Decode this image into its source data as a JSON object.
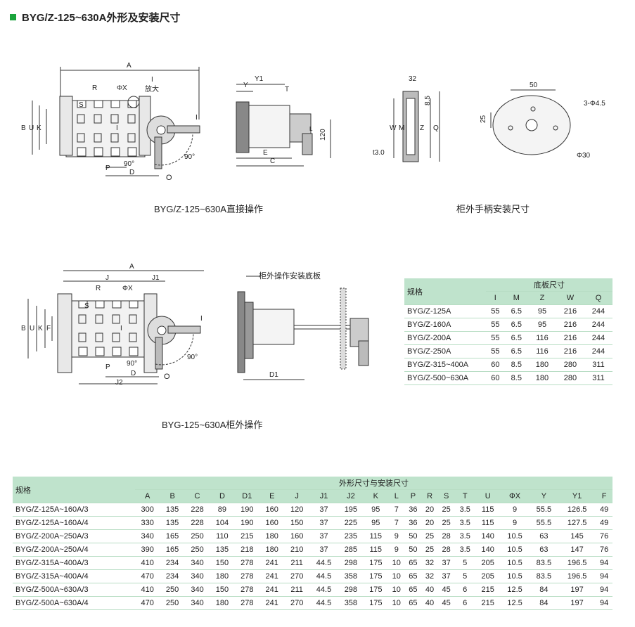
{
  "title": "BYG/Z-125~630A外形及安装尺寸",
  "colors": {
    "accent": "#1aa43c",
    "table_header": "#bfe3cc",
    "drawing_line": "#333333",
    "shade": "#b9b9b9"
  },
  "captions": {
    "direct": "BYG/Z-125~630A直接操作",
    "handle": "柜外手柄安装尺寸",
    "outside": "BYG-125~630A柜外操作"
  },
  "drawing_labels": {
    "top_front": [
      "A",
      "R",
      "ΦX",
      "I",
      "放大",
      "S",
      "B",
      "U",
      "K",
      "I",
      "I",
      "90°",
      "P",
      "D",
      "O",
      "90°",
      "I"
    ],
    "top_side": [
      "Y1",
      "Y",
      "T",
      "120",
      "E",
      "C",
      "L"
    ],
    "handle_side": [
      "32",
      "8.5",
      "W",
      "M",
      "Z",
      "Q",
      "t3.0"
    ],
    "handle_plate": [
      "50",
      "3-Φ4.5",
      "25",
      "Φ30"
    ],
    "bottom_front": [
      "A",
      "J",
      "J1",
      "R",
      "ΦX",
      "S",
      "B",
      "U",
      "K",
      "F",
      "I",
      "I",
      "90°",
      "P",
      "D",
      "O",
      "J2",
      "90°",
      "I"
    ],
    "bottom_side": [
      "柜外操作安装底板",
      "D1"
    ]
  },
  "small_table": {
    "row_head": "规格",
    "group_head": "底板尺寸",
    "columns": [
      "I",
      "M",
      "Z",
      "W",
      "Q"
    ],
    "rows": [
      [
        "BYG/Z-125A",
        "55",
        "6.5",
        "95",
        "216",
        "244"
      ],
      [
        "BYG/Z-160A",
        "55",
        "6.5",
        "95",
        "216",
        "244"
      ],
      [
        "BYG/Z-200A",
        "55",
        "6.5",
        "116",
        "216",
        "244"
      ],
      [
        "BYG/Z-250A",
        "55",
        "6.5",
        "116",
        "216",
        "244"
      ],
      [
        "BYG/Z-315~400A",
        "60",
        "8.5",
        "180",
        "280",
        "311"
      ],
      [
        "BYG/Z-500~630A",
        "60",
        "8.5",
        "180",
        "280",
        "311"
      ]
    ]
  },
  "big_table": {
    "row_head": "规格",
    "group_head": "外形尺寸与安装尺寸",
    "columns": [
      "A",
      "B",
      "C",
      "D",
      "D1",
      "E",
      "J",
      "J1",
      "J2",
      "K",
      "L",
      "P",
      "R",
      "S",
      "T",
      "U",
      "ΦX",
      "Y",
      "Y1",
      "F"
    ],
    "rows": [
      [
        "BYG/Z-125A~160A/3",
        "300",
        "135",
        "228",
        "89",
        "190",
        "160",
        "120",
        "37",
        "195",
        "95",
        "7",
        "36",
        "20",
        "25",
        "3.5",
        "115",
        "9",
        "55.5",
        "126.5",
        "49"
      ],
      [
        "BYG/Z-125A~160A/4",
        "330",
        "135",
        "228",
        "104",
        "190",
        "160",
        "150",
        "37",
        "225",
        "95",
        "7",
        "36",
        "20",
        "25",
        "3.5",
        "115",
        "9",
        "55.5",
        "127.5",
        "49"
      ],
      [
        "BYG/Z-200A~250A/3",
        "340",
        "165",
        "250",
        "110",
        "215",
        "180",
        "160",
        "37",
        "235",
        "115",
        "9",
        "50",
        "25",
        "28",
        "3.5",
        "140",
        "10.5",
        "63",
        "145",
        "76"
      ],
      [
        "BYG/Z-200A~250A/4",
        "390",
        "165",
        "250",
        "135",
        "218",
        "180",
        "210",
        "37",
        "285",
        "115",
        "9",
        "50",
        "25",
        "28",
        "3.5",
        "140",
        "10.5",
        "63",
        "147",
        "76"
      ],
      [
        "BYG/Z-315A~400A/3",
        "410",
        "234",
        "340",
        "150",
        "278",
        "241",
        "211",
        "44.5",
        "298",
        "175",
        "10",
        "65",
        "32",
        "37",
        "5",
        "205",
        "10.5",
        "83.5",
        "196.5",
        "94"
      ],
      [
        "BYG/Z-315A~400A/4",
        "470",
        "234",
        "340",
        "180",
        "278",
        "241",
        "270",
        "44.5",
        "358",
        "175",
        "10",
        "65",
        "32",
        "37",
        "5",
        "205",
        "10.5",
        "83.5",
        "196.5",
        "94"
      ],
      [
        "BYG/Z-500A~630A/3",
        "410",
        "250",
        "340",
        "150",
        "278",
        "241",
        "211",
        "44.5",
        "298",
        "175",
        "10",
        "65",
        "40",
        "45",
        "6",
        "215",
        "12.5",
        "84",
        "197",
        "94"
      ],
      [
        "BYG/Z-500A~630A/4",
        "470",
        "250",
        "340",
        "180",
        "278",
        "241",
        "270",
        "44.5",
        "358",
        "175",
        "10",
        "65",
        "40",
        "45",
        "6",
        "215",
        "12.5",
        "84",
        "197",
        "94"
      ]
    ]
  }
}
